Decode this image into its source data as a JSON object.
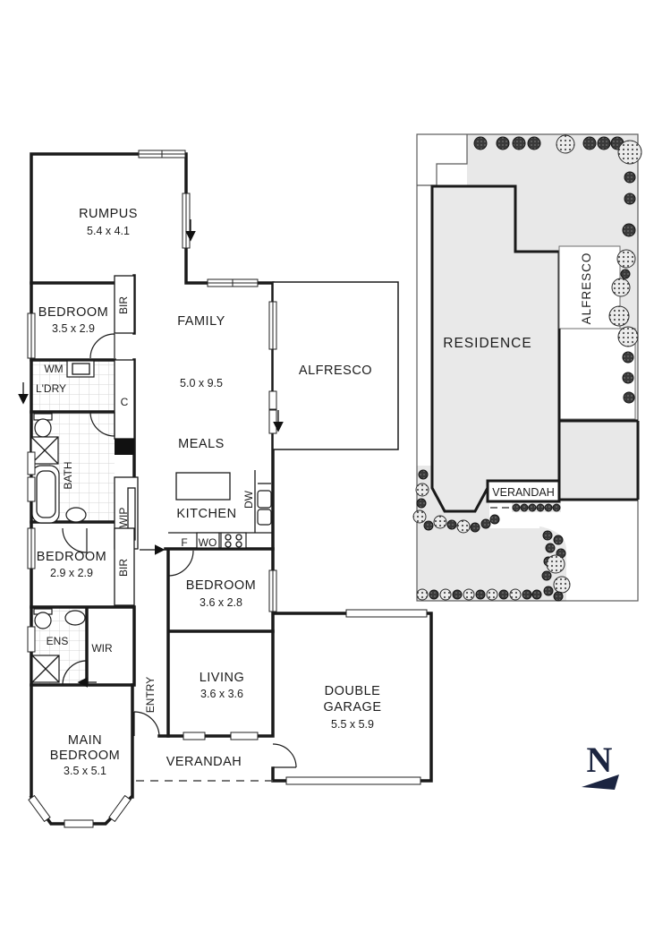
{
  "floorplan": {
    "rumpus": {
      "name": "RUMPUS",
      "dims": "5.4 x 4.1"
    },
    "bedroom1": {
      "name": "BEDROOM",
      "dims": "3.5 x 2.9"
    },
    "family": {
      "name": "FAMILY"
    },
    "family_dims": "5.0 x 9.5",
    "alfresco": {
      "name": "ALFRESCO"
    },
    "meals": {
      "name": "MEALS"
    },
    "kitchen": {
      "name": "KITCHEN"
    },
    "bedroom2": {
      "name": "BEDROOM",
      "dims": "2.9 x 2.9"
    },
    "bedroom3": {
      "name": "BEDROOM",
      "dims": "3.6 x 2.8"
    },
    "living": {
      "name": "LIVING",
      "dims": "3.6 x 3.6"
    },
    "main_bedroom": {
      "line1": "MAIN",
      "line2": "BEDROOM",
      "dims": "3.5 x 5.1"
    },
    "garage": {
      "line1": "DOUBLE",
      "line2": "GARAGE",
      "dims": "5.5 x 5.9"
    },
    "verandah": {
      "name": "VERANDAH"
    },
    "entry": {
      "name": "ENTRY"
    },
    "labels": {
      "bir": "BIR",
      "wm": "WM",
      "ldry": "L'DRY",
      "cupboard": "C",
      "bath": "BATH",
      "wip": "WIP",
      "fridge": "F",
      "wall_oven": "WO",
      "dishwasher": "DW",
      "ens": "ENS",
      "wir": "WIR"
    }
  },
  "siteplan": {
    "residence": "RESIDENCE",
    "alfresco": "ALFRESCO",
    "verandah": "VERANDAH"
  },
  "compass": {
    "north": "N"
  }
}
